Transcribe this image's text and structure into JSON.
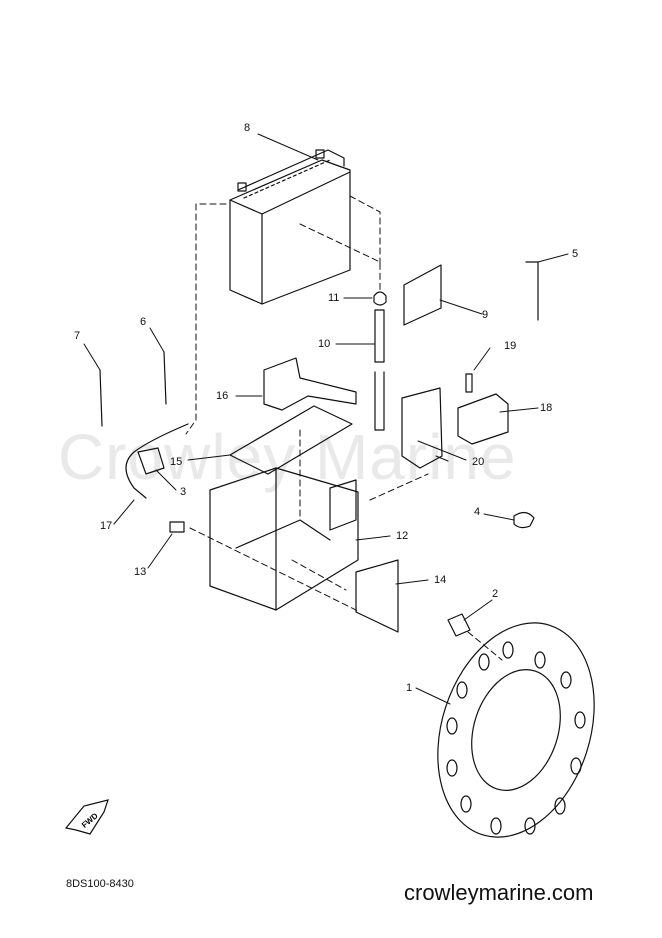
{
  "watermark": "Crowley Marine",
  "drawing_code": "8DS100-8430",
  "website": "crowleymarine.com",
  "fwd_label": "FWD",
  "callouts": [
    "1",
    "2",
    "3",
    "4",
    "5",
    "6",
    "7",
    "8",
    "9",
    "10",
    "11",
    "12",
    "13",
    "14",
    "15",
    "16",
    "17",
    "18",
    "19",
    "20"
  ]
}
